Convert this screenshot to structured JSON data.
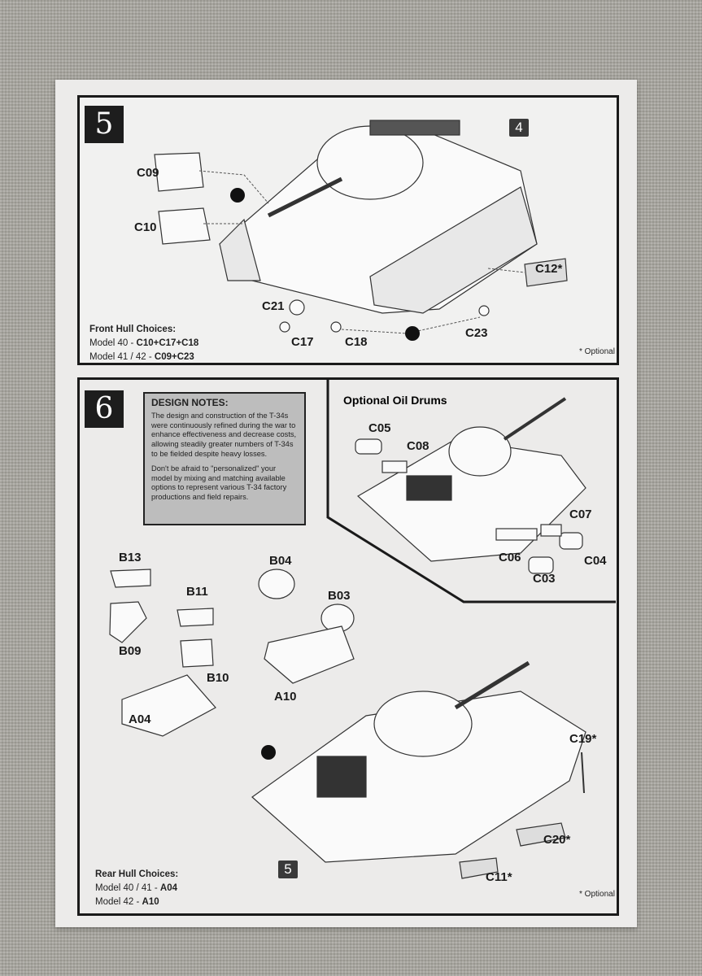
{
  "step5": {
    "number": "5",
    "ref_badge": "4",
    "parts": [
      "C09",
      "C10",
      "C12*",
      "C21",
      "C17",
      "C18",
      "C23"
    ],
    "choices_title": "Front Hull Choices:",
    "choices": [
      {
        "model": "Model 40 - ",
        "parts": "C10+C17+C18"
      },
      {
        "model": "Model 41 / 42 - ",
        "parts": "C09+C23"
      }
    ],
    "optional_note": "* Optional"
  },
  "step6": {
    "number": "6",
    "design_notes": {
      "title": "DESIGN NOTES:",
      "p1": "The design and construction of the T-34s were continuously refined during the war to enhance effectiveness and decrease costs, allowing steadily greater numbers of T-34s to be fielded despite heavy losses.",
      "p2": "Don't be afraid to \"personalized\" your model by mixing and matching available options to represent various T-34 factory productions and field repairs."
    },
    "oil_drums": {
      "title": "Optional Oil Drums",
      "parts": [
        "C05",
        "C08",
        "C07",
        "C06",
        "C04",
        "C03"
      ]
    },
    "parts": [
      "B13",
      "B04",
      "B11",
      "B03",
      "B09",
      "B10",
      "A10",
      "A04",
      "C19*",
      "C20*",
      "C11*"
    ],
    "ref_badge": "5",
    "choices_title": "Rear Hull Choices:",
    "choices": [
      {
        "model": "Model 40 / 41 - ",
        "parts": "A04"
      },
      {
        "model": "Model 42 - ",
        "parts": "A10"
      }
    ],
    "optional_note": "* Optional"
  }
}
